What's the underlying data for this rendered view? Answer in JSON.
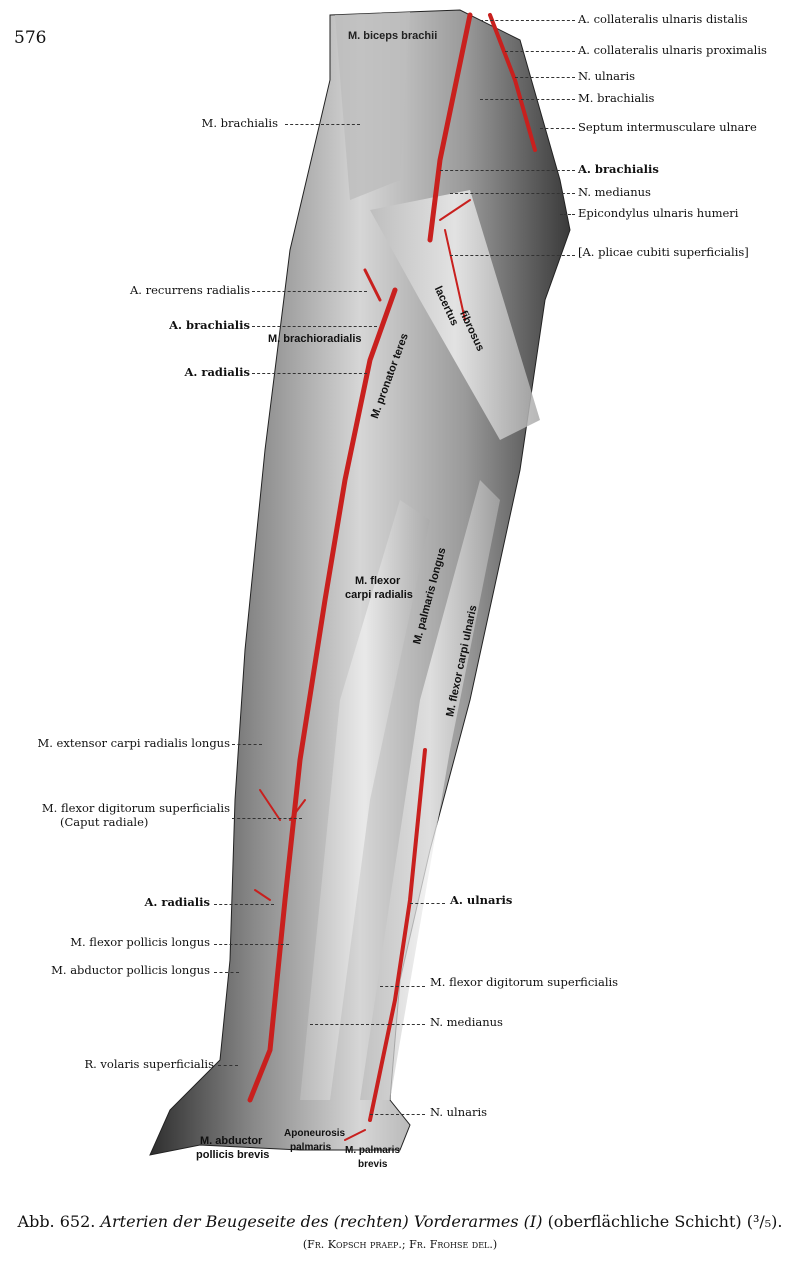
{
  "page_number": "576",
  "labels_right": [
    "A. collateralis ulnaris distalis",
    "A. collateralis ulnaris proximalis",
    "N. ulnaris",
    "M. brachialis",
    "Septum intermusculare ulnare",
    "A. brachialis",
    "N. medianus",
    "Epicondylus ulnaris humeri",
    "[A. plicae cubiti superficialis]",
    "A. ulnaris",
    "M. flexor digitorum superficialis",
    "N. medianus",
    "N. ulnaris"
  ],
  "labels_left": [
    "M. brachialis",
    "A. recurrens radialis",
    "A. brachialis",
    "A. radialis",
    "M. extensor carpi radialis longus",
    "M. flexor digitorum superficialis",
    "(Caput radiale)",
    "A. radialis",
    "M. flexor pollicis longus",
    "M. abductor pollicis longus",
    "R. volaris superficialis"
  ],
  "muscle_labels": {
    "biceps": "M. biceps brachii",
    "lacertus1": "lacertus",
    "lacertus2": "fibrosus",
    "brachioradialis": "M. brachioradialis",
    "pronator": "M. pronator teres",
    "fcr1": "M. flexor",
    "fcr2": "carpi radialis",
    "palmaris": "M. palmaris longus",
    "fcu": "M. flexor carpi ulnaris",
    "apb1": "M. abductor",
    "apb2": "pollicis brevis",
    "apo1": "Aponeurosis",
    "apo2": "palmaris",
    "pb1": "M. palmaris",
    "pb2": "brevis"
  },
  "caption": {
    "prefix": "Abb. 652.",
    "title": "Arterien der Beugeseite des (rechten) Vorderarmes (I)",
    "suffix": "(oberflächliche Schicht) (³/₅).",
    "credit": "(Fr. Kopsch praep.; Fr. Frohse del.)"
  },
  "colors": {
    "artery": "#c8201e",
    "muscle": "#6b6b6b"
  }
}
